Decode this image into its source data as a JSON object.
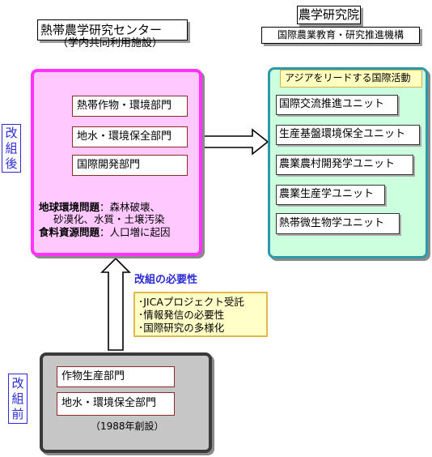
{
  "center": {
    "title": "熱帯農学研究センター",
    "subtitle": "（学内共同利用施設）"
  },
  "institute": {
    "title": "農学研究院",
    "subtitle": "国際農業教育・研究推進機構",
    "activity_tag": "アジアをリードする国際活動",
    "units": [
      "国際交流推進ユニット",
      "生産基盤環境保全ユニット",
      "農業農村開発学ユニット",
      "農業生産学ユニット",
      "熱帯微生物学ユニット"
    ]
  },
  "after": {
    "side_label": "改組後",
    "departments": [
      "熱帯作物・環境部門",
      "地水・環境保全部門",
      "国際開発部門"
    ],
    "issues": {
      "env_label": "地球環境問題",
      "env_text_1": "：森林破壊、",
      "env_text_2": "砂漠化、水質・土壌汚染",
      "food_label": "食料資源問題",
      "food_text": "：人口増に起因"
    }
  },
  "need": {
    "title": "改組の必要性",
    "reasons": [
      "･JICAプロジェクト受託",
      "･情報発信の必要性",
      "･国際研究の多様化"
    ]
  },
  "before": {
    "side_label": "改組前",
    "departments": [
      "作物生産部門",
      "地水・環境保全部門"
    ],
    "founded": "（1988年創設）"
  }
}
